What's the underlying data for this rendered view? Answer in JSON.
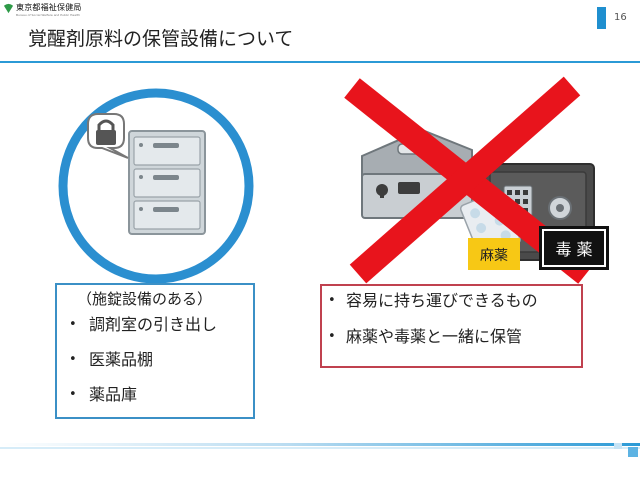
{
  "header": {
    "org_name": "東京都福祉保健局",
    "org_name_en": "Bureau of Social Welfare and Public Health",
    "title": "覚醒剤原料の保管設備について",
    "page_number": "16",
    "accent_color": "#1f8fcf"
  },
  "illustrations": {
    "left": {
      "icon": "locked-cabinet-icon",
      "ring_color": "#2b8fd0"
    },
    "right": {
      "icon": "prohibited-storage-icon",
      "cross_color": "#e8141c",
      "mayaku_label": "麻薬",
      "dokuyaku_label": "毒 薬"
    }
  },
  "left_box": {
    "heading": "（施錠設備のある）",
    "border_color": "#3b90c6",
    "items": [
      "調剤室の引き出し",
      "医薬品棚",
      "薬品庫"
    ]
  },
  "right_box": {
    "border_color": "#c0414f",
    "items": [
      "容易に持ち運びできるもの",
      "麻薬や毒薬と一緒に保管"
    ]
  }
}
